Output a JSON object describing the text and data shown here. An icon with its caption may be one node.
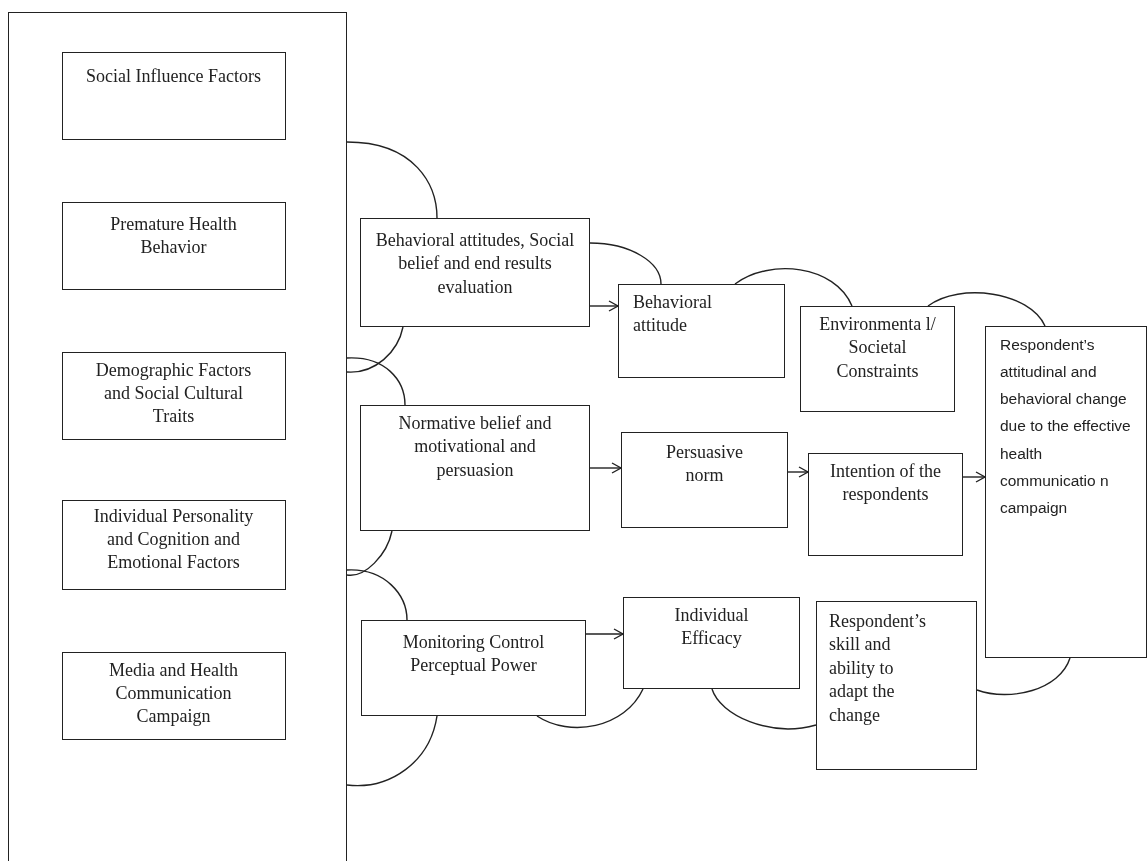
{
  "diagram": {
    "nodes": [
      {
        "text": [],
        "shape": "box"
      },
      {
        "text": [
          "Social Influence Factors"
        ],
        "in": 0
      },
      {
        "text": [
          "Premature Health Behavior"
        ],
        "in": 0
      },
      {
        "text": [
          "Demographic Factors and Social Cultural Traits"
        ],
        "in": 0
      },
      {
        "text": [
          "Individual Personality and Cognition and Emotional Factors"
        ],
        "in": 0
      },
      {
        "text": [
          "Media and Health Communication Campaign"
        ],
        "in": 0
      },
      {
        "text": [
          "Behavioral attitudes, Social belief and end results evaluation"
        ]
      },
      {
        "text": [
          "Normative belief and motivational and persuasion"
        ]
      },
      {
        "text": [
          "Monitoring Control Perceptual Power"
        ]
      },
      {
        "text": [
          "Behavioral attitude"
        ]
      },
      {
        "text": [
          "Persuasive norm"
        ]
      },
      {
        "text": [
          "Individual Efficacy"
        ]
      },
      {
        "text": [
          "Environmenta l/ Societal Constraints"
        ]
      },
      {
        "text": [
          "Intention of the respondents"
        ]
      },
      {
        "text": [
          "Respondent’s skill and ability to adapt the change"
        ]
      },
      {
        "text": [
          "Respondent’s attitudinal and behavioral change due to the effective health communicatio n campaign"
        ]
      }
    ],
    "edges": [
      {
        "from": 6,
        "to": 9,
        "arrow": "to"
      },
      {
        "from": 7,
        "to": 10,
        "arrow": "to"
      },
      {
        "from": 8,
        "to": 11,
        "arrow": "to"
      },
      {
        "from": 10,
        "to": 13,
        "arrow": "to"
      },
      {
        "from": 13,
        "to": 15,
        "arrow": "to"
      },
      {
        "from": 0,
        "to": 6,
        "arrow": "none"
      },
      {
        "from": 6,
        "to": 0,
        "arrow": "none"
      },
      {
        "from": 0,
        "to": 7,
        "arrow": "none"
      },
      {
        "from": 7,
        "to": 0,
        "arrow": "none"
      },
      {
        "from": 0,
        "to": 8,
        "arrow": "none"
      },
      {
        "from": 8,
        "to": 0,
        "arrow": "none"
      },
      {
        "from": 6,
        "to": 9,
        "arrow": "none"
      },
      {
        "from": 9,
        "to": 12,
        "arrow": "none"
      },
      {
        "from": 12,
        "to": 15,
        "arrow": "none"
      },
      {
        "from": 14,
        "to": 15,
        "arrow": "none"
      },
      {
        "from": 14,
        "to": 11,
        "arrow": "none"
      },
      {
        "from": 11,
        "to": 8,
        "arrow": "none"
      }
    ]
  }
}
